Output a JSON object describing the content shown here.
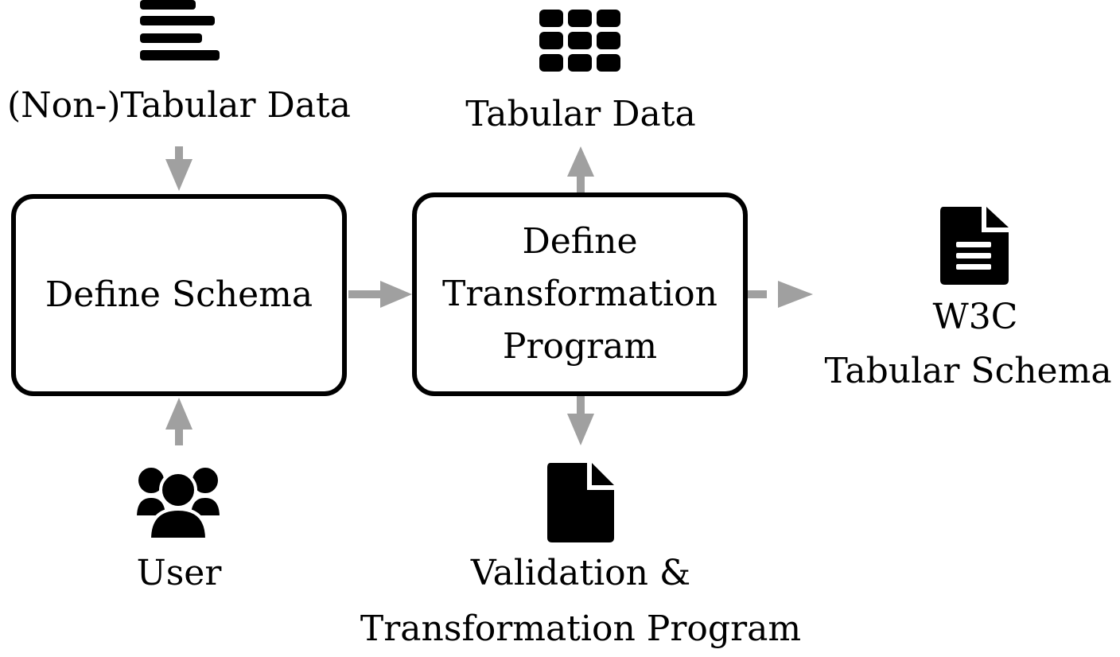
{
  "nodes": {
    "input": {
      "label": "(Non-)Tabular Data",
      "icon": "text-lines-icon"
    },
    "define_schema": {
      "label": "Define Schema"
    },
    "define_transformation": {
      "lines": [
        "Define",
        "Transformation",
        "Program"
      ]
    },
    "output_tabular": {
      "label": "Tabular Data",
      "icon": "grid-table-icon"
    },
    "user": {
      "label": "User",
      "icon": "users-group-icon"
    },
    "validation_program": {
      "lines": [
        "Validation &",
        "Transformation Program"
      ],
      "icon": "file-icon"
    },
    "w3c_schema": {
      "lines": [
        "W3C",
        "Tabular Schema"
      ],
      "icon": "file-text-icon"
    }
  },
  "colors": {
    "arrow": "#a0a0a0",
    "box_border": "#000000",
    "icon": "#000000",
    "text": "#000000"
  }
}
